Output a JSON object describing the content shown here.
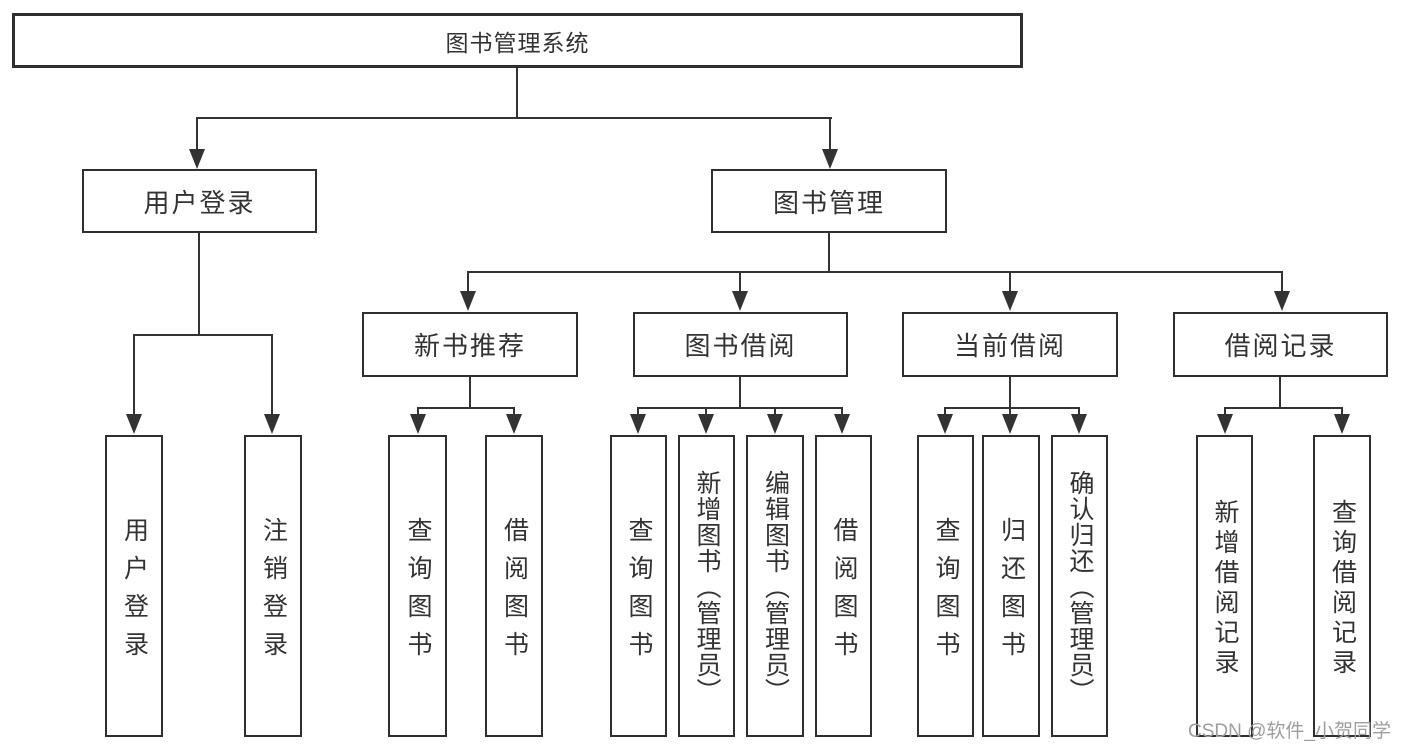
{
  "diagram": {
    "title": "图书管理系统",
    "root": {
      "label": "图书管理系统"
    },
    "level1": [
      {
        "label": "用户登录"
      },
      {
        "label": "图书管理"
      }
    ],
    "level2": [
      {
        "label": "新书推荐"
      },
      {
        "label": "图书借阅"
      },
      {
        "label": "当前借阅"
      },
      {
        "label": "借阅记录"
      }
    ],
    "leaves": [
      {
        "label": "用户登录",
        "parent": "用户登录"
      },
      {
        "label": "注销登录",
        "parent": "用户登录"
      },
      {
        "label": "查询图书",
        "parent": "新书推荐"
      },
      {
        "label": "借阅图书",
        "parent": "新书推荐"
      },
      {
        "label": "查询图书",
        "parent": "图书借阅"
      },
      {
        "label": "新增图书（管理员）",
        "parent": "图书借阅"
      },
      {
        "label": "编辑图书（管理员）",
        "parent": "图书借阅"
      },
      {
        "label": "借阅图书",
        "parent": "图书借阅"
      },
      {
        "label": "查询图书",
        "parent": "当前借阅"
      },
      {
        "label": "归还图书",
        "parent": "当前借阅"
      },
      {
        "label": "确认归还（管理员）",
        "parent": "当前借阅"
      },
      {
        "label": "新增借阅记录",
        "parent": "借阅记录"
      },
      {
        "label": "查询借阅记录",
        "parent": "借阅记录"
      }
    ]
  },
  "watermark": {
    "text": "CSDN @软件_小贺同学"
  },
  "colors": {
    "line": "#333333",
    "box_border": "#2f2f2f",
    "text": "#333333",
    "watermark": "#9e9e9e",
    "background": "#ffffff"
  }
}
